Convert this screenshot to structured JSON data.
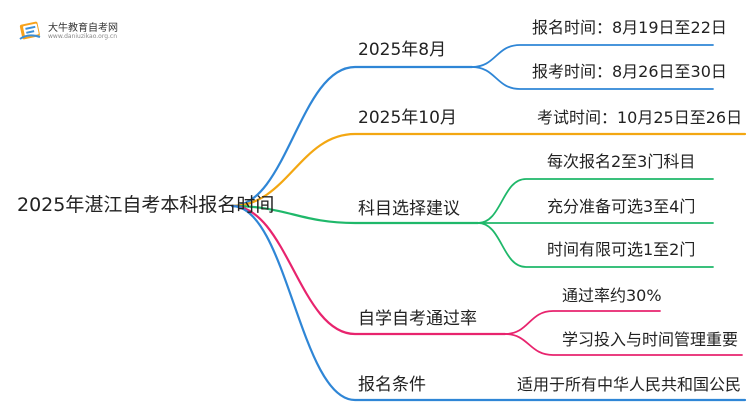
{
  "logo": {
    "title": "大牛教育自考网",
    "url": "www.daniuzikao.org.cn",
    "icon": "book-icon",
    "colors": {
      "orange": "#f7a21b",
      "blue": "#3b8fd8"
    }
  },
  "root": {
    "label": "2025年湛江自考本科报名时间"
  },
  "branches": [
    {
      "label": "2025年8月",
      "color": "#2f86d6",
      "leaves": [
        {
          "label": "报名时间：8月19日至22日"
        },
        {
          "label": "报考时间：8月26日至30日"
        }
      ]
    },
    {
      "label": "2025年10月",
      "color": "#f3a712",
      "leaves": [
        {
          "label": "考试时间：10月25日至26日"
        }
      ]
    },
    {
      "label": "科目选择建议",
      "color": "#1fb86a",
      "leaves": [
        {
          "label": "每次报名2至3门科目"
        },
        {
          "label": "充分准备可选3至4门"
        },
        {
          "label": "时间有限可选1至2门"
        }
      ]
    },
    {
      "label": "自学自考通过率",
      "color": "#e8246e",
      "leaves": [
        {
          "label": "通过率约30%"
        },
        {
          "label": "学习投入与时间管理重要"
        }
      ]
    },
    {
      "label": "报名条件",
      "color": "#2f86d6",
      "leaves": [
        {
          "label": "适用于所有中华人民共和国公民"
        }
      ]
    }
  ]
}
